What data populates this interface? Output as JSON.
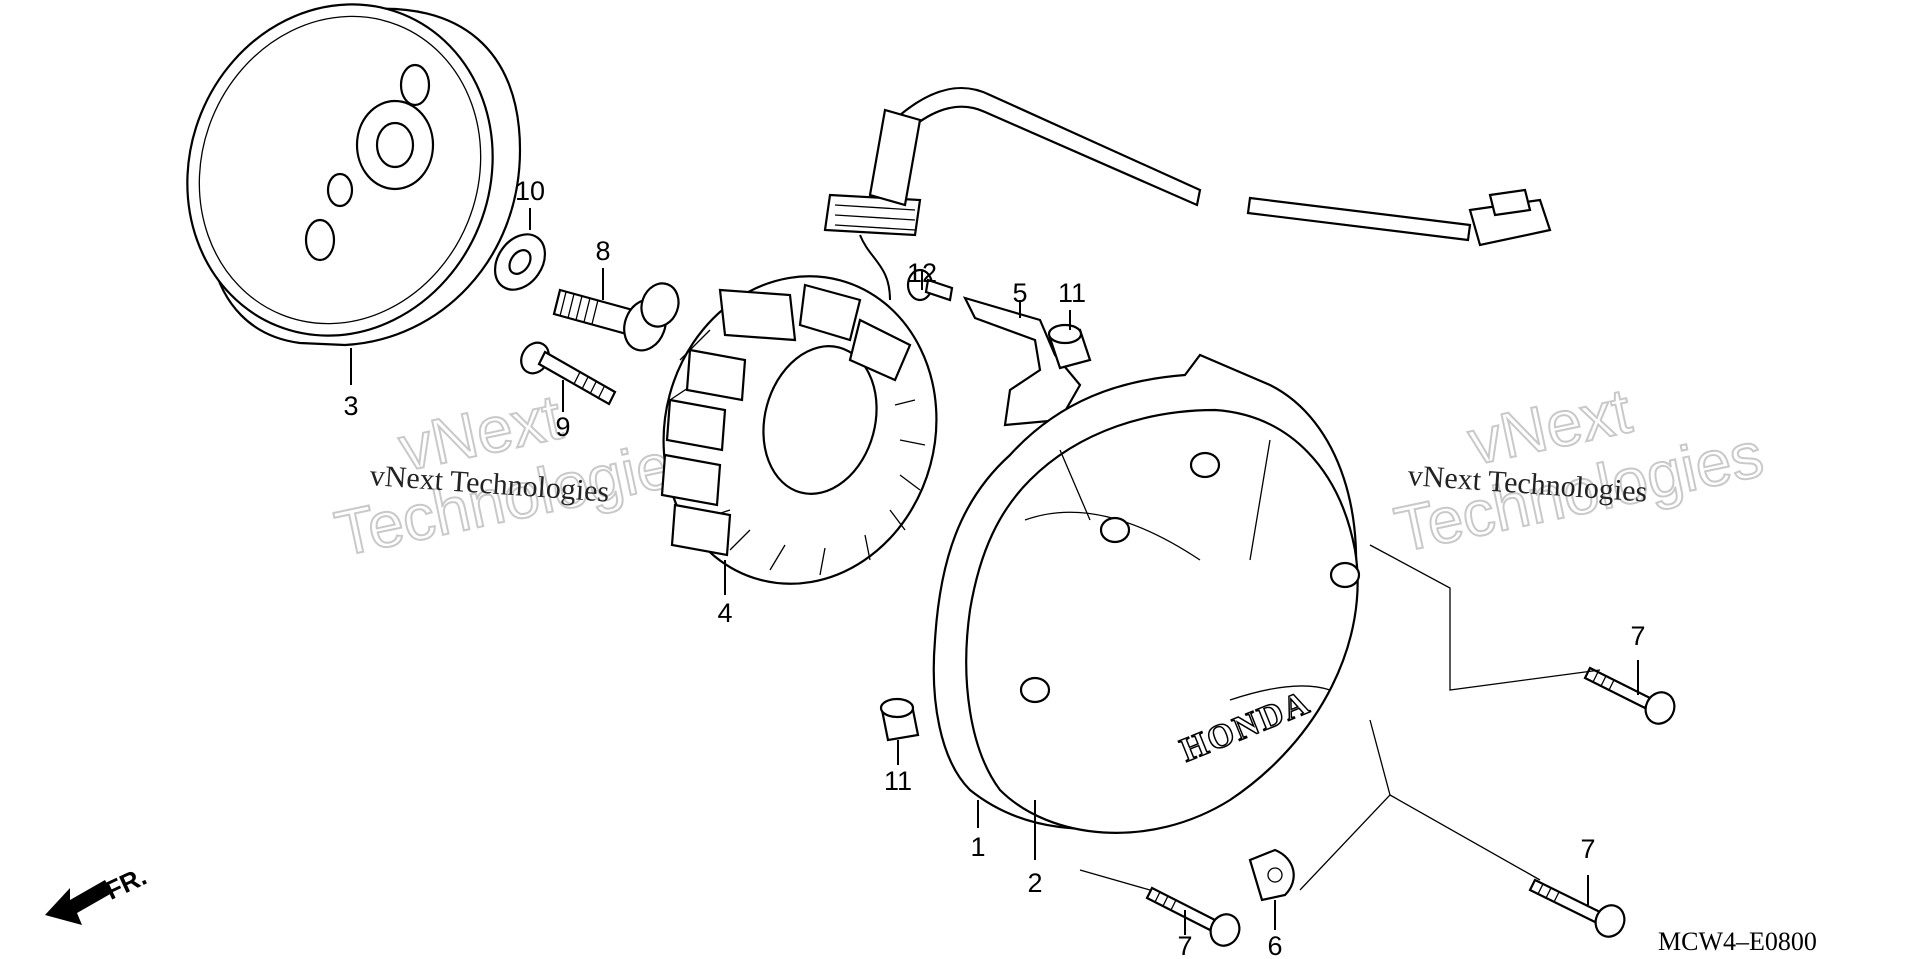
{
  "callouts": [
    {
      "id": "flywheel",
      "label": "3"
    },
    {
      "id": "washer",
      "label": "10"
    },
    {
      "id": "flange-bolt-8",
      "label": "8"
    },
    {
      "id": "bolt-9",
      "label": "9"
    },
    {
      "id": "stator",
      "label": "4"
    },
    {
      "id": "nut-12",
      "label": "12"
    },
    {
      "id": "clamp-5",
      "label": "5"
    },
    {
      "id": "dowel-top",
      "label": "11"
    },
    {
      "id": "dowel-bottom",
      "label": "11"
    },
    {
      "id": "gasket",
      "label": "1"
    },
    {
      "id": "cover",
      "label": "2"
    },
    {
      "id": "clip-6",
      "label": "6"
    },
    {
      "id": "bolt-7-right-top",
      "label": "7"
    },
    {
      "id": "bolt-7-right-bottom",
      "label": "7"
    },
    {
      "id": "bolt-7-bottom",
      "label": "7"
    }
  ],
  "watermark": {
    "text": "vNext Technologies",
    "line1": "vNext",
    "line2": "Technologies"
  },
  "cover_brand": "HONDA",
  "direction": "FR.",
  "diagram_code": "MCW4–E0800",
  "colors": {
    "ink": "#000000",
    "background": "#ffffff",
    "watermark_outline": "#c9c9c9"
  }
}
